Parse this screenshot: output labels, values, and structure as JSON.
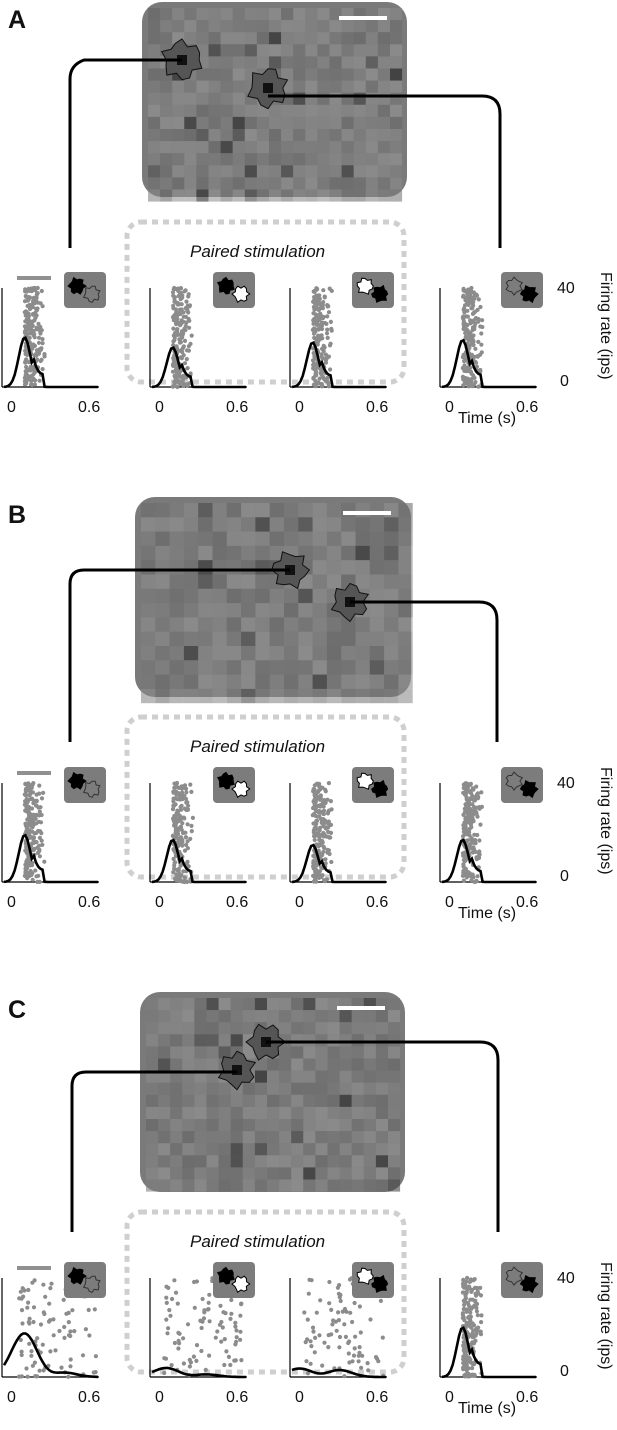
{
  "figure": {
    "panels": [
      {
        "label": "A",
        "paired_title": "Paired stimulation",
        "tick_x0": "0",
        "tick_x1": "0.6",
        "y_top": "40",
        "y_bottom": "0",
        "y_label": "Firing rate (ips)",
        "x_label": "Time (s)",
        "peaks": [
          20,
          16,
          18,
          19
        ],
        "noise": [
          0,
          0,
          0,
          0
        ]
      },
      {
        "label": "B",
        "paired_title": "Paired stimulation",
        "tick_x0": "0",
        "tick_x1": "0.6",
        "y_top": "40",
        "y_bottom": "0",
        "y_label": "Firing rate (ips)",
        "x_label": "Time (s)",
        "peaks": [
          19,
          17,
          15,
          17
        ],
        "noise": [
          0,
          0,
          0,
          0
        ]
      },
      {
        "label": "C",
        "paired_title": "Paired stimulation",
        "tick_x0": "0",
        "tick_x1": "0.6",
        "y_top": "40",
        "y_bottom": "0",
        "y_label": "Firing rate (ips)",
        "x_label": "Time (s)",
        "peaks": [
          19,
          5,
          7,
          20
        ],
        "noise": [
          1,
          1,
          1,
          0
        ]
      }
    ],
    "colors": {
      "mosaic_background": "#7a7a7a",
      "dots": "#8c8c8c",
      "stimulus_bar": "#909090",
      "dashed_box": "#cfcfcf",
      "curve": "#000000"
    }
  }
}
